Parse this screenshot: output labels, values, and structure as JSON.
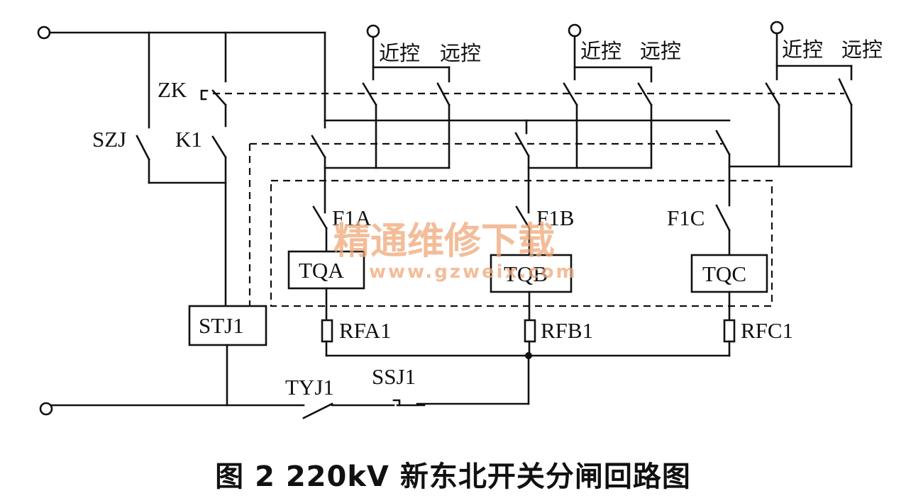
{
  "labels": {
    "zk": "ZK",
    "szj": "SZJ",
    "k1": "K1",
    "f1a": "F1A",
    "f1b": "F1B",
    "f1c": "F1C",
    "tqa": "TQA",
    "tqb": "TQB",
    "tqc": "TQC",
    "stj1": "STJ1",
    "rfa1": "RFA1",
    "rfb1": "RFB1",
    "rfc1": "RFC1",
    "tyj1": "TYJ1",
    "ssj1": "SSJ1",
    "local_a": "近控",
    "remote_a": "远控",
    "local_b": "近控",
    "remote_b": "远控",
    "local_c": "近控",
    "remote_c": "远控"
  },
  "watermark": {
    "cn": "精通维修下载",
    "url": "www.gzweix.com"
  },
  "caption": "图 2   220kV 新东北开关分闸回路图"
}
